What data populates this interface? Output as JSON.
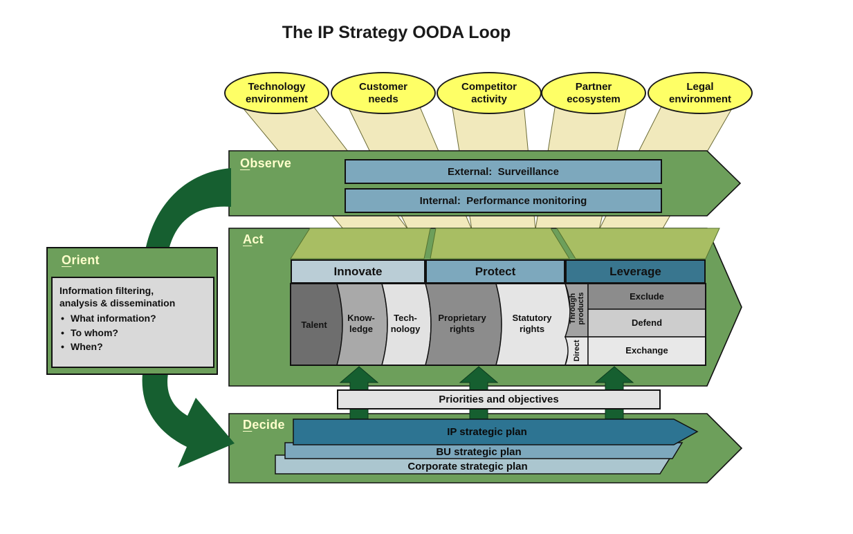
{
  "title": "The IP Strategy OODA Loop",
  "environment_inputs": [
    {
      "label": "Technology\nenvironment"
    },
    {
      "label": "Customer\nneeds"
    },
    {
      "label": "Competitor\nactivity"
    },
    {
      "label": "Partner\necosystem"
    },
    {
      "label": "Legal\nenvironment"
    }
  ],
  "observe": {
    "label_initial": "O",
    "label_rest": "bserve",
    "external_bar": "External:  Surveillance",
    "internal_bar": "Internal:  Performance monitoring"
  },
  "orient": {
    "label_initial": "O",
    "label_rest": "rient",
    "heading": "Information filtering,\nanalysis & dissemination",
    "bullets": [
      "What information?",
      "To whom?",
      "When?"
    ]
  },
  "act": {
    "label_initial": "A",
    "label_rest": "ct",
    "columns": [
      {
        "header": "Innovate",
        "cells": [
          "Talent",
          "Know-\nledge",
          "Tech-\nnology"
        ]
      },
      {
        "header": "Protect",
        "cells": [
          "Proprietary\nrights",
          "Statutory\nrights"
        ]
      },
      {
        "header": "Leverage",
        "vertical_labels": [
          "Through\nproducts",
          "Direct"
        ],
        "cells": [
          "Exclude",
          "Defend",
          "Exchange"
        ]
      }
    ]
  },
  "priorities_bar": {
    "label": "Priorities and objectives"
  },
  "decide": {
    "label_initial": "D",
    "label_rest": "ecide",
    "plans": [
      {
        "label": "IP strategic plan"
      },
      {
        "label": "BU strategic plan"
      },
      {
        "label": "Corporate strategic plan"
      }
    ]
  },
  "colors": {
    "band_green": "#6d9f5b",
    "dark_green_arrow": "#165f30",
    "beam_khaki": "#ece5b0",
    "beam_olive": "#a8be63",
    "ellipse_yellow": "#feff66",
    "blue_bar": "#7da8bd",
    "header_innovate": "#bacdd6",
    "header_protect": "#7da8bd",
    "header_leverage": "#39768f",
    "plan_ip": "#2d7492",
    "plan_bu": "#7da8bd",
    "plan_corporate": "#abc6cf",
    "cell_dark_gray": "#6e6e6e",
    "cell_mid_gray": "#a9a9a9",
    "cell_light_gray": "#e5e5e5",
    "priorities_gray": "#e3e3e3",
    "label_pale_yellow": "#ffffcc"
  }
}
